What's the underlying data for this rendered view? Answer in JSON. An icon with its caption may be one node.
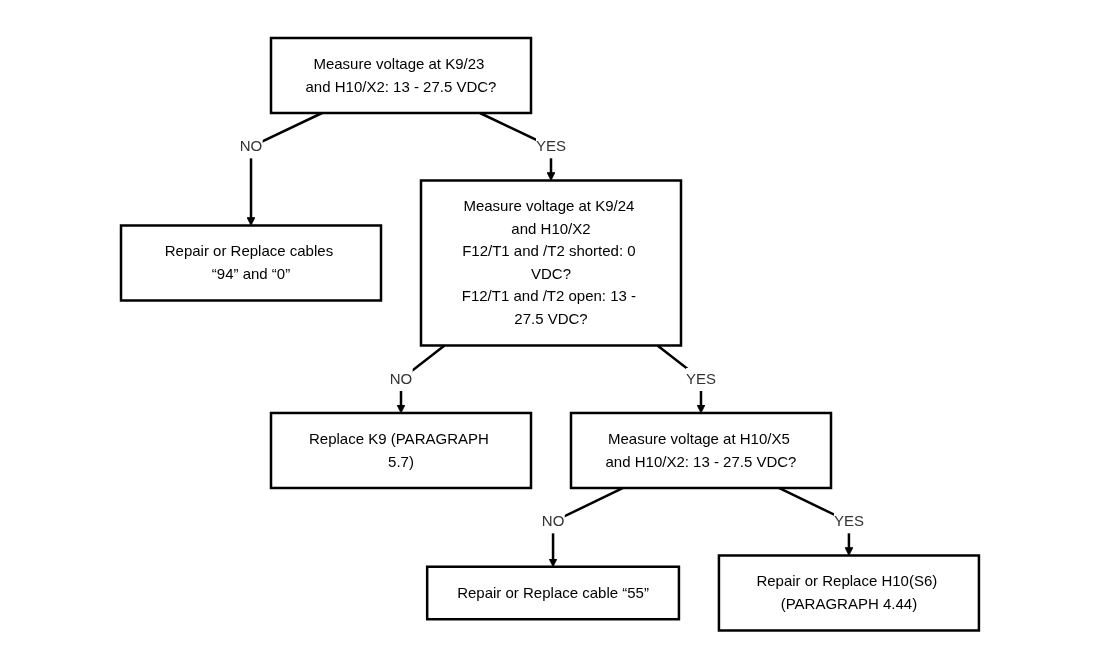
{
  "diagram": {
    "nodes": [
      {
        "text": [
          "Measure voltage at K9/23 and H10/X2: 13 - 27.5 VDC?"
        ]
      },
      {
        "text": [
          "Repair or Replace cables “94” and “0”"
        ]
      },
      {
        "text": [
          "Measure voltage at K9/24 and H10/X2",
          "F12/T1 and /T2 shorted: 0 VDC?",
          "F12/T1 and /T2 open: 13 - 27.5 VDC?"
        ]
      },
      {
        "text": [
          "Replace K9 (PARAGRAPH 5.7)"
        ]
      },
      {
        "text": [
          "Measure voltage at H10/X5 and H10/X2: 13 - 27.5 VDC?"
        ]
      },
      {
        "text": [
          "Repair or Replace cable “55”"
        ]
      },
      {
        "text": [
          "Repair or Replace H10(S6) (PARAGRAPH 4.44)"
        ]
      }
    ],
    "edges": [
      {
        "from": 0,
        "to": 1,
        "arrow": "to",
        "label": "NO"
      },
      {
        "from": 0,
        "to": 2,
        "arrow": "to",
        "label": "YES"
      },
      {
        "from": 2,
        "to": 3,
        "arrow": "to",
        "label": "NO"
      },
      {
        "from": 2,
        "to": 4,
        "arrow": "to",
        "label": "YES"
      },
      {
        "from": 4,
        "to": 5,
        "arrow": "to",
        "label": "NO"
      },
      {
        "from": 4,
        "to": 6,
        "arrow": "to",
        "label": "YES"
      }
    ]
  }
}
